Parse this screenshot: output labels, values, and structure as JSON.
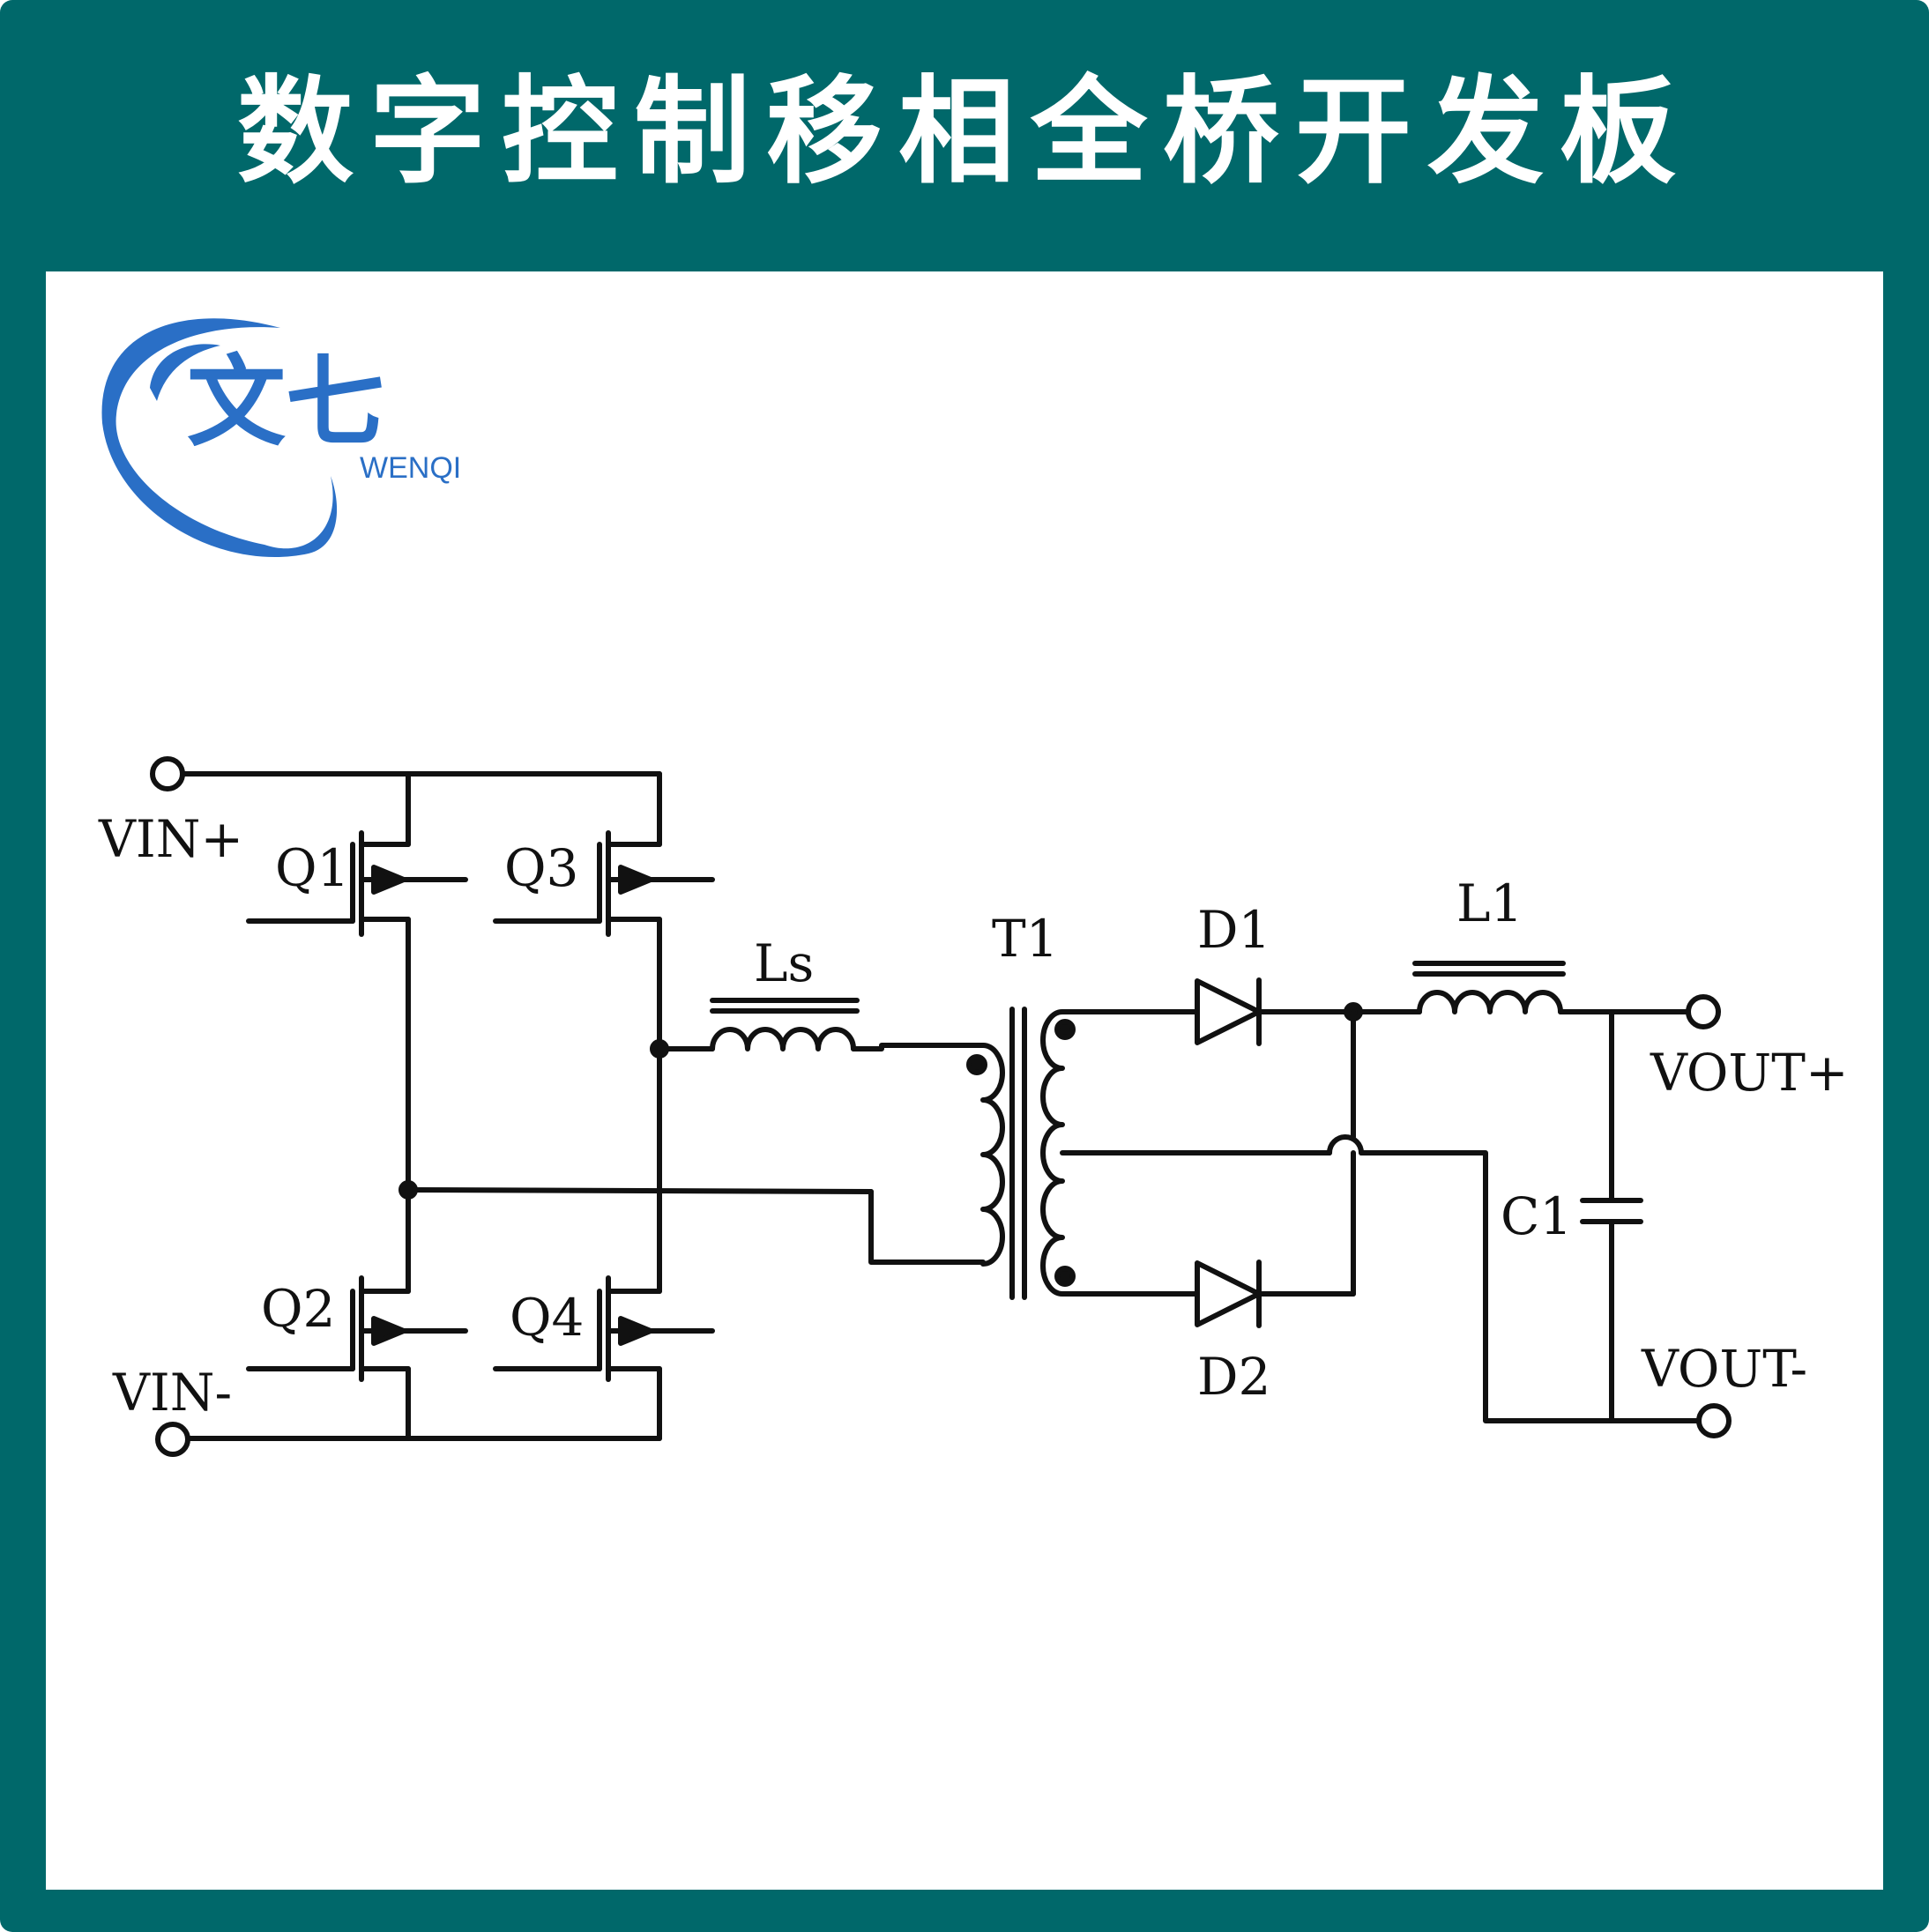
{
  "title": "数字控制移相全桥开发板",
  "colors": {
    "frame": "#00686a",
    "wire": "#111111",
    "logo_blue": "#2a6fc6",
    "background": "#ffffff"
  },
  "logo": {
    "cn": "文七",
    "en": "WENQI"
  },
  "labels": {
    "vin_plus": "VIN+",
    "vin_minus": "VIN-",
    "q1": "Q1",
    "q2": "Q2",
    "q3": "Q3",
    "q4": "Q4",
    "ls": "Ls",
    "t1": "T1",
    "d1": "D1",
    "d2": "D2",
    "l1": "L1",
    "c1": "C1",
    "vout_plus": "VOUT+",
    "vout_minus": "VOUT-"
  }
}
